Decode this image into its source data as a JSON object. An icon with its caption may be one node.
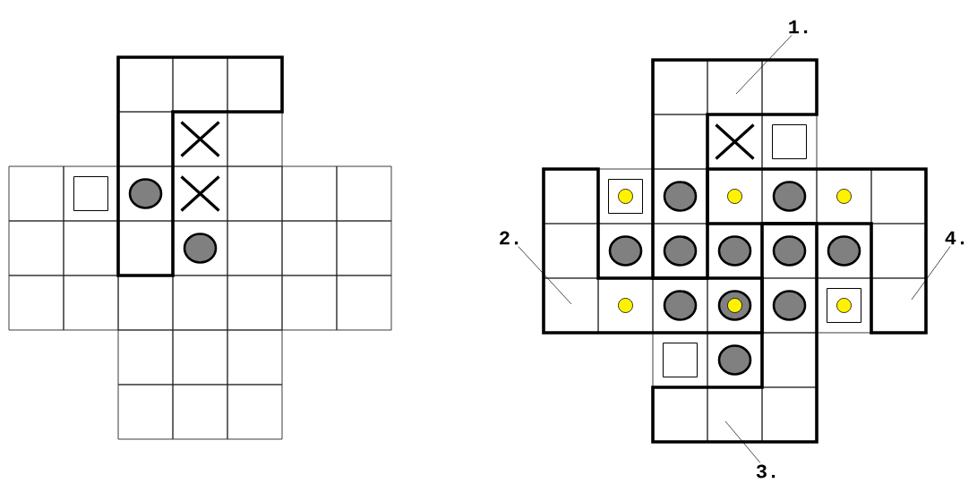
{
  "diagram": {
    "nodes": [
      {
        "text": [
          "1."
        ]
      },
      {
        "text": [
          "2."
        ]
      },
      {
        "text": [
          "3."
        ]
      },
      {
        "text": [
          "4."
        ]
      }
    ],
    "edges": [
      {
        "from": 0,
        "to": null,
        "arrow": "none"
      },
      {
        "from": 1,
        "to": null,
        "arrow": "none"
      },
      {
        "from": 2,
        "to": null,
        "arrow": "none"
      },
      {
        "from": 3,
        "to": null,
        "arrow": "none"
      }
    ]
  }
}
